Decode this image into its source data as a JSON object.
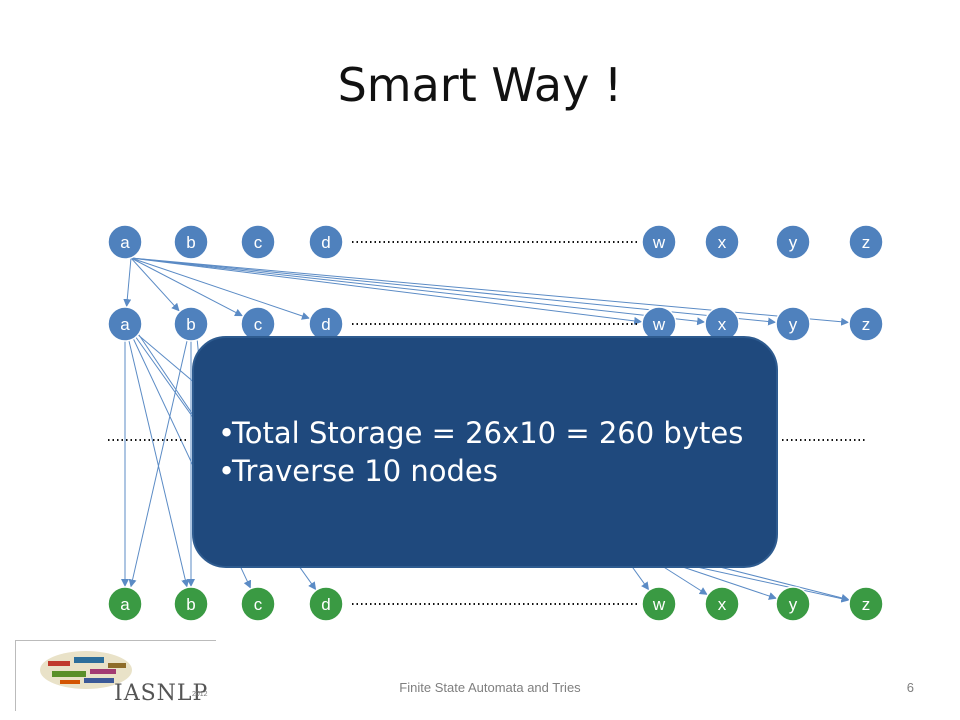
{
  "title": "Smart Way !",
  "rows": [
    {
      "labels": [
        "a",
        "b",
        "c",
        "d",
        "w",
        "x",
        "y",
        "z"
      ],
      "color": "#4f81bd"
    },
    {
      "labels": [
        "a",
        "b",
        "c",
        "d",
        "w",
        "x",
        "y",
        "z"
      ],
      "color": "#4f81bd"
    },
    {
      "labels": [
        "a",
        "b",
        "c",
        "d",
        "w",
        "x",
        "y",
        "z"
      ],
      "color": "#3a9a43"
    }
  ],
  "callout": {
    "bullets": [
      "Total Storage = 26x10 = 260 bytes",
      "Traverse 10 nodes"
    ]
  },
  "logo": {
    "text": "IASNLP",
    "year": "2012"
  },
  "footer": {
    "text": "Finite State Automata and Tries",
    "page": "6"
  },
  "colors": {
    "callout_bg": "#1f497d",
    "node_blue": "#4f81bd",
    "node_green": "#3a9a43",
    "edge": "#5b8bc5"
  }
}
